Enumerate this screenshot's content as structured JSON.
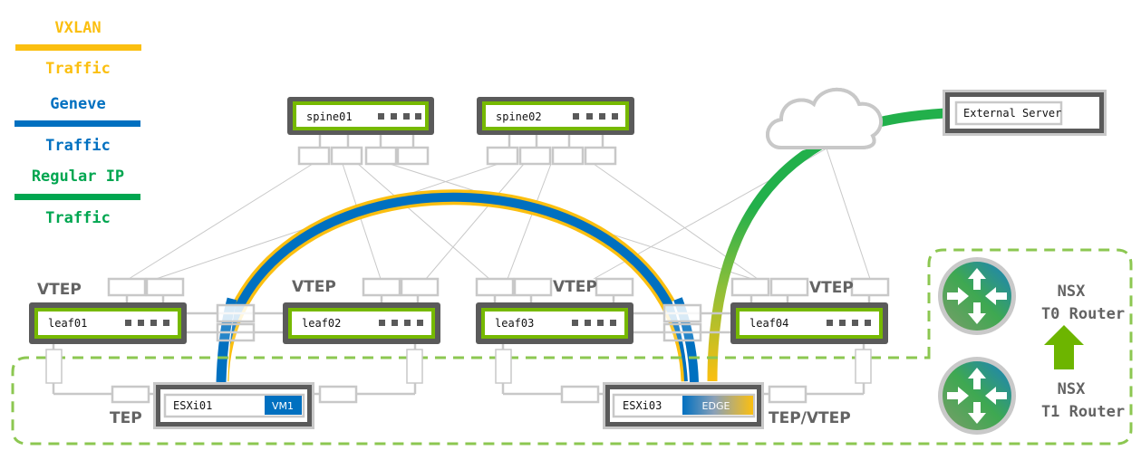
{
  "legend": {
    "items": [
      {
        "top": "VXLAN",
        "bottom": "Traffic",
        "color": "#fbbf10"
      },
      {
        "top": "Geneve",
        "bottom": "Traffic",
        "color": "#0070c0"
      },
      {
        "top": "Regular IP",
        "bottom": "Traffic",
        "color": "#00a650"
      }
    ]
  },
  "colors": {
    "vxlan": "#fbbf10",
    "geneve": "#0070c0",
    "regular_ip": "#22b04b",
    "switch_border": "#5a5a5a",
    "switch_inner": "#76b900",
    "port_gray": "#c8c8c8",
    "dashed_zone": "#8cc751",
    "label_gray": "#636363",
    "arrow_green": "#6db500"
  },
  "spines": [
    {
      "name": "spine01"
    },
    {
      "name": "spine02"
    }
  ],
  "leaves": [
    {
      "name": "leaf01",
      "tag": "VTEP"
    },
    {
      "name": "leaf02",
      "tag": "VTEP"
    },
    {
      "name": "leaf03",
      "tag": "VTEP"
    },
    {
      "name": "leaf04",
      "tag": "VTEP"
    }
  ],
  "hosts": [
    {
      "name": "ESXi01",
      "workload": "VM1",
      "tag": "TEP"
    },
    {
      "name": "ESXi03",
      "workload": "EDGE",
      "tag": "TEP/VTEP"
    }
  ],
  "external_server": {
    "name": "External Server"
  },
  "cloud": {
    "name": "internet-cloud"
  },
  "routers": [
    {
      "line1": "NSX",
      "line2": "T0 Router"
    },
    {
      "line1": "NSX",
      "line2": "T1 Router"
    }
  ]
}
